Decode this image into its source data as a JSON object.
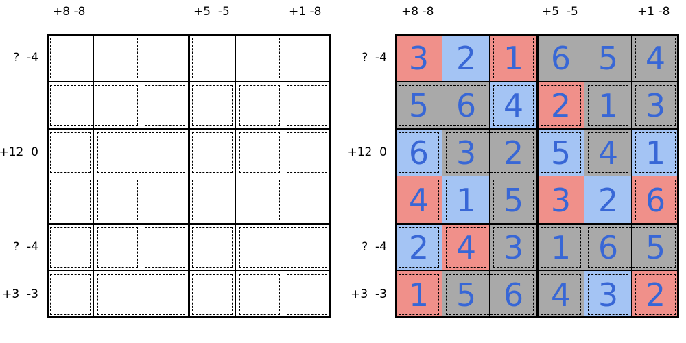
{
  "puzzle": {
    "column_clues": [
      "+8 -8",
      "+5  -5",
      "+1 -8"
    ],
    "row_clues": [
      "?  -4",
      "+12  0",
      "?  -4",
      "+3  -3"
    ],
    "colors": {
      "red": "#f0908a",
      "blue": "#a4c4f4",
      "gray": "#a9a9a9",
      "digit": "#3867d6"
    }
  },
  "solution": {
    "rows": [
      [
        "3",
        "2",
        "1",
        "6",
        "5",
        "4"
      ],
      [
        "5",
        "6",
        "4",
        "2",
        "1",
        "3"
      ],
      [
        "6",
        "3",
        "2",
        "5",
        "4",
        "1"
      ],
      [
        "4",
        "1",
        "5",
        "3",
        "2",
        "6"
      ],
      [
        "2",
        "4",
        "3",
        "1",
        "6",
        "5"
      ],
      [
        "1",
        "5",
        "6",
        "4",
        "3",
        "2"
      ]
    ],
    "cell_colors": [
      [
        "red",
        "blue",
        "red",
        "gray",
        "gray",
        "gray"
      ],
      [
        "gray",
        "gray",
        "blue",
        "red",
        "gray",
        "gray"
      ],
      [
        "blue",
        "gray",
        "gray",
        "blue",
        "gray",
        "blue"
      ],
      [
        "red",
        "blue",
        "gray",
        "red",
        "blue",
        "red"
      ],
      [
        "blue",
        "red",
        "gray",
        "gray",
        "gray",
        "gray"
      ],
      [
        "red",
        "gray",
        "gray",
        "gray",
        "blue",
        "red"
      ]
    ]
  }
}
